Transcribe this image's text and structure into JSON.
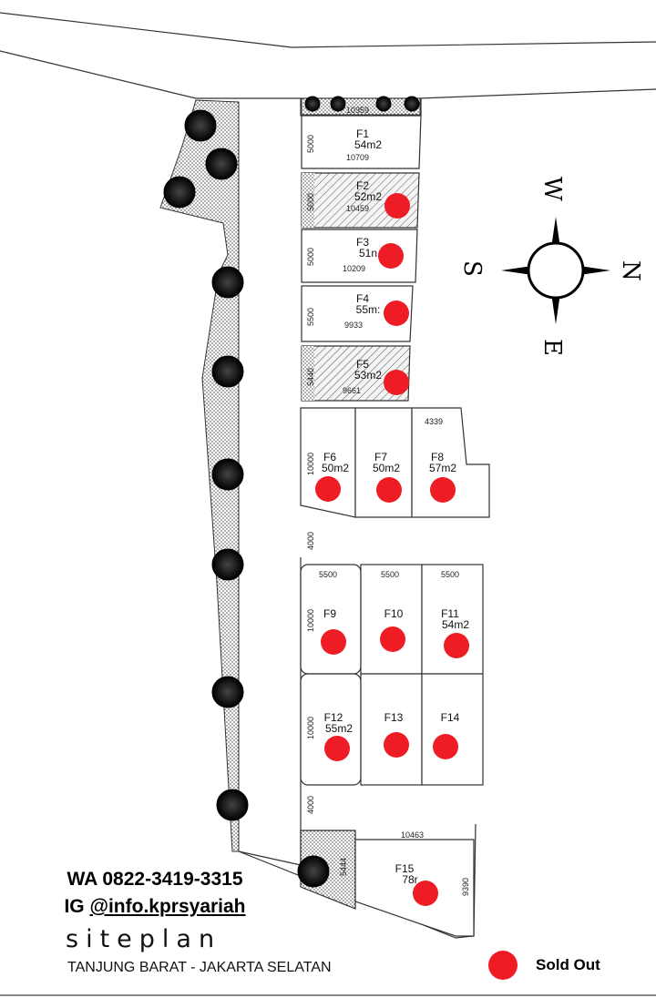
{
  "plan": {
    "contact": {
      "wa": "WA 0822-3419-3315",
      "ig_prefix": "IG ",
      "ig_handle": "@info.kprsyariah"
    },
    "title": "siteplan",
    "location": "TANJUNG BARAT - JAKARTA SELATAN",
    "legend": {
      "label": "Sold Out",
      "color": "#ee1c24"
    },
    "compass": {
      "top": "W",
      "right": "N",
      "bottom": "E",
      "left": "S"
    },
    "colors": {
      "sold": "#ee1c24",
      "line": "#333333"
    },
    "lots": [
      {
        "id": "F1",
        "area": "54m2",
        "sold": false
      },
      {
        "id": "F2",
        "area": "52m2",
        "sold": true
      },
      {
        "id": "F3",
        "area": "51n",
        "sold": true
      },
      {
        "id": "F4",
        "area": "55m:",
        "sold": true
      },
      {
        "id": "F5",
        "area": "53m2",
        "sold": true
      },
      {
        "id": "F6",
        "area": "50m2",
        "sold": true
      },
      {
        "id": "F7",
        "area": "50m2",
        "sold": true
      },
      {
        "id": "F8",
        "area": "57m2",
        "sold": true
      },
      {
        "id": "F9",
        "area": "",
        "sold": true
      },
      {
        "id": "F10",
        "area": "",
        "sold": true
      },
      {
        "id": "F11",
        "area": "54m2",
        "sold": true
      },
      {
        "id": "F12",
        "area": "55m2",
        "sold": true
      },
      {
        "id": "F13",
        "area": "",
        "sold": true
      },
      {
        "id": "F14",
        "area": "",
        "sold": true
      },
      {
        "id": "F15",
        "area": "78r",
        "sold": true
      }
    ],
    "dims": {
      "top_width": "10959",
      "f1_depth": "5000",
      "f1_width": "10709",
      "f2_depth": "5000",
      "f2_width": "10459",
      "f3_depth": "5000",
      "f3_width": "10209",
      "f4_depth": "5500",
      "f4_width": "9933",
      "f5_depth": "5440",
      "f5_width": "9661",
      "f8_width": "4339",
      "f6_depth": "10000",
      "road1": "4000",
      "row3_w1": "5500",
      "row3_w2": "5500",
      "row3_w3": "5500",
      "f9_depth": "10000",
      "f12_depth": "10000",
      "road2": "4000",
      "f15_width": "10463",
      "f15_depth_left": "5444",
      "f15_depth_right": "9390"
    }
  }
}
